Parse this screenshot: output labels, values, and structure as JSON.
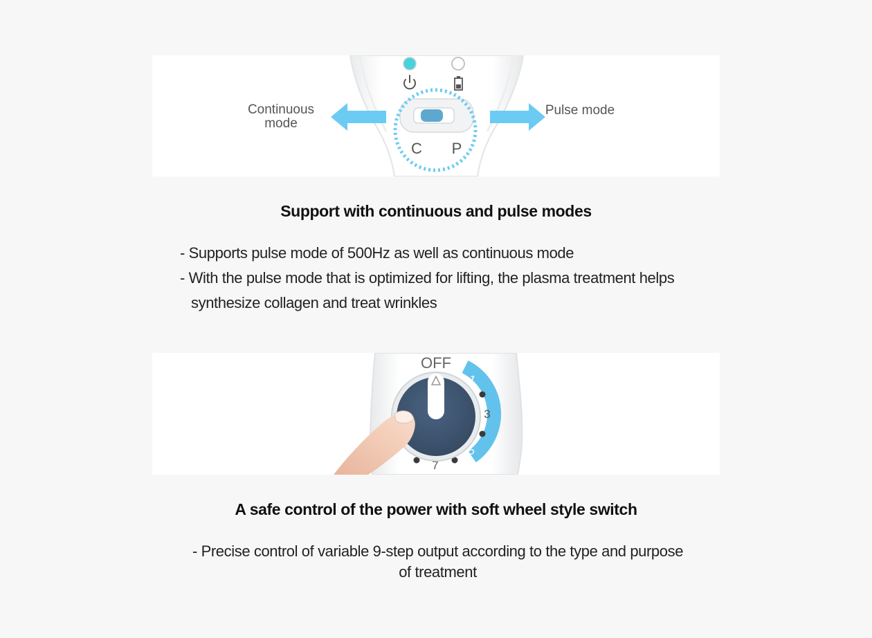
{
  "mode_section": {
    "continuous_label": "Continuous mode",
    "pulse_label": "Pulse mode",
    "switch_left_letter": "C",
    "switch_right_letter": "P",
    "heading": "Support with continuous and pulse modes",
    "bullets": [
      "- Supports pulse mode of 500Hz as well as continuous mode",
      "- With the pulse mode that is optimized for lifting, the plasma treatment helps synthesize collagen and treat wrinkles"
    ],
    "colors": {
      "arrow": "#6ccbf2",
      "ring": "#6ccbf2",
      "switch_knob": "#5ea8cf",
      "power_led": "#45d3dd"
    },
    "icons": [
      "power-icon",
      "battery-icon",
      "arrow-left-icon",
      "arrow-right-icon"
    ]
  },
  "wheel_section": {
    "off_label": "OFF",
    "dial_numbers": [
      "1",
      "3",
      "5",
      "7"
    ],
    "heading": "A safe control of the power with soft wheel style switch",
    "bullet": "- Precise control of variable 9-step output according to the type and purpose of treatment",
    "colors": {
      "wheel": "#3d5573",
      "scale_arc": "#62c2ec"
    }
  }
}
